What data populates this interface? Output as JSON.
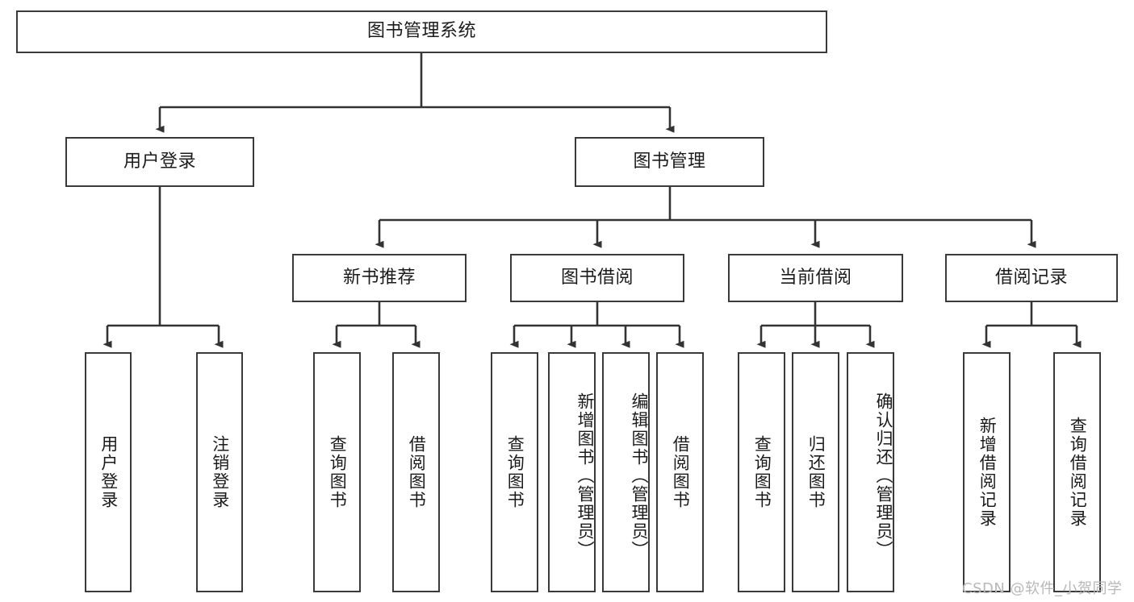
{
  "diagram": {
    "title": "图书管理系统",
    "type": "tree-hierarchy-diagram",
    "colors": {
      "box_border": "#3a3a3a",
      "box_fill": "#ffffff",
      "edge": "#333333",
      "text": "#1b1b1b",
      "watermark": "#b8b8b8",
      "background": "#ffffff"
    },
    "root": {
      "label": "图书管理系统"
    },
    "level2": [
      {
        "label": "用户登录"
      },
      {
        "label": "图书管理"
      }
    ],
    "level3": [
      {
        "label": "新书推荐"
      },
      {
        "label": "图书借阅"
      },
      {
        "label": "当前借阅"
      },
      {
        "label": "借阅记录"
      }
    ],
    "leaves": {
      "user_login": [
        {
          "label": "用户登录"
        },
        {
          "label": "注销登录"
        }
      ],
      "new_book_recommend": [
        {
          "label": "查询图书"
        },
        {
          "label": "借阅图书"
        }
      ],
      "book_borrow": [
        {
          "label": "查询图书"
        },
        {
          "label": "新增图书（管理员）"
        },
        {
          "label": "编辑图书（管理员）"
        },
        {
          "label": "借阅图书"
        }
      ],
      "current_borrow": [
        {
          "label": "查询图书"
        },
        {
          "label": "归还图书"
        },
        {
          "label": "确认归还（管理员）"
        }
      ],
      "borrow_record": [
        {
          "label": "新增借阅记录"
        },
        {
          "label": "查询借阅记录"
        }
      ]
    }
  },
  "watermark": {
    "text": "CSDN @软件_小贺同学"
  }
}
